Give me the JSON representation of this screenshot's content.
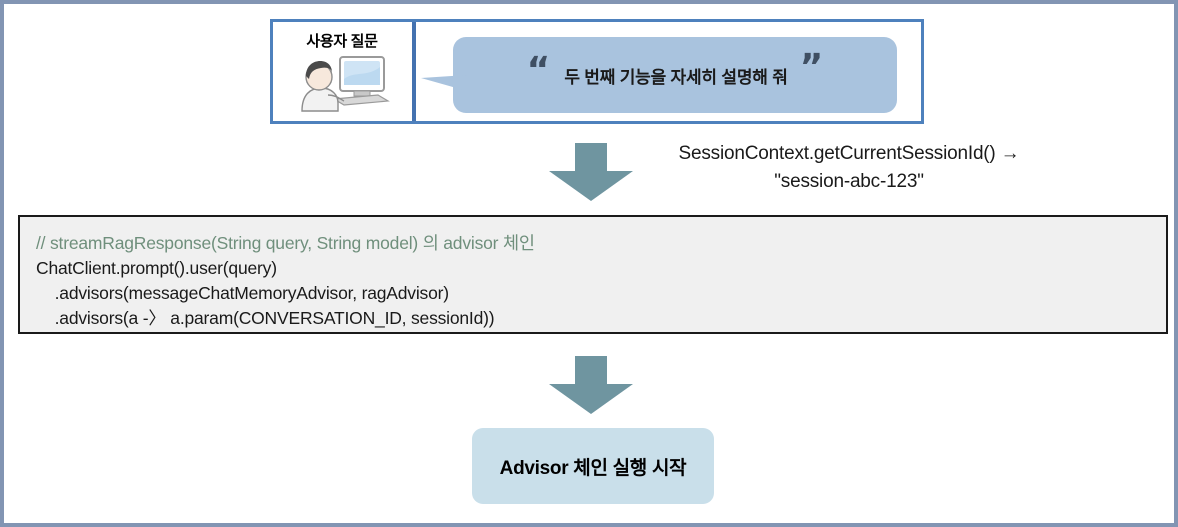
{
  "diagram": {
    "title_flow": "Advisor chain start flow",
    "user_panel": {
      "label": "사용자 질문",
      "icon_name": "person-at-computer-icon",
      "bubble": {
        "open_quote": "“",
        "close_quote": "”",
        "text": "두 번째 기능을 자세히 설명해 줘"
      }
    },
    "session_note": {
      "line1": "SessionContext.getCurrentSessionId() →",
      "line2": "\"session-abc-123\""
    },
    "code_block": {
      "lines": [
        "// streamRagResponse(String query, String model) 의 advisor 체인",
        "ChatClient.prompt().user(query)",
        "    .advisors(messageChatMemoryAdvisor, ragAdvisor)",
        "    .advisors(a -〉 a.param(CONVERSATION_ID, sessionId))"
      ],
      "comment_line_index": 0
    },
    "result": {
      "label": "Advisor 체인 실행 시작"
    },
    "arrows": [
      {
        "name": "arrow-down-to-code"
      },
      {
        "name": "arrow-down-to-result"
      }
    ],
    "colors": {
      "page_border": "#8295b3",
      "panel_border": "#4e81bd",
      "bubble_fill": "#a9c3de",
      "quote_color": "#3f4f63",
      "arrow_fill": "#6f95a0",
      "code_bg": "#f0f0f0",
      "code_border": "#1a1a1a",
      "comment_color": "#6f8f7c",
      "result_fill": "#c9dfea"
    }
  }
}
